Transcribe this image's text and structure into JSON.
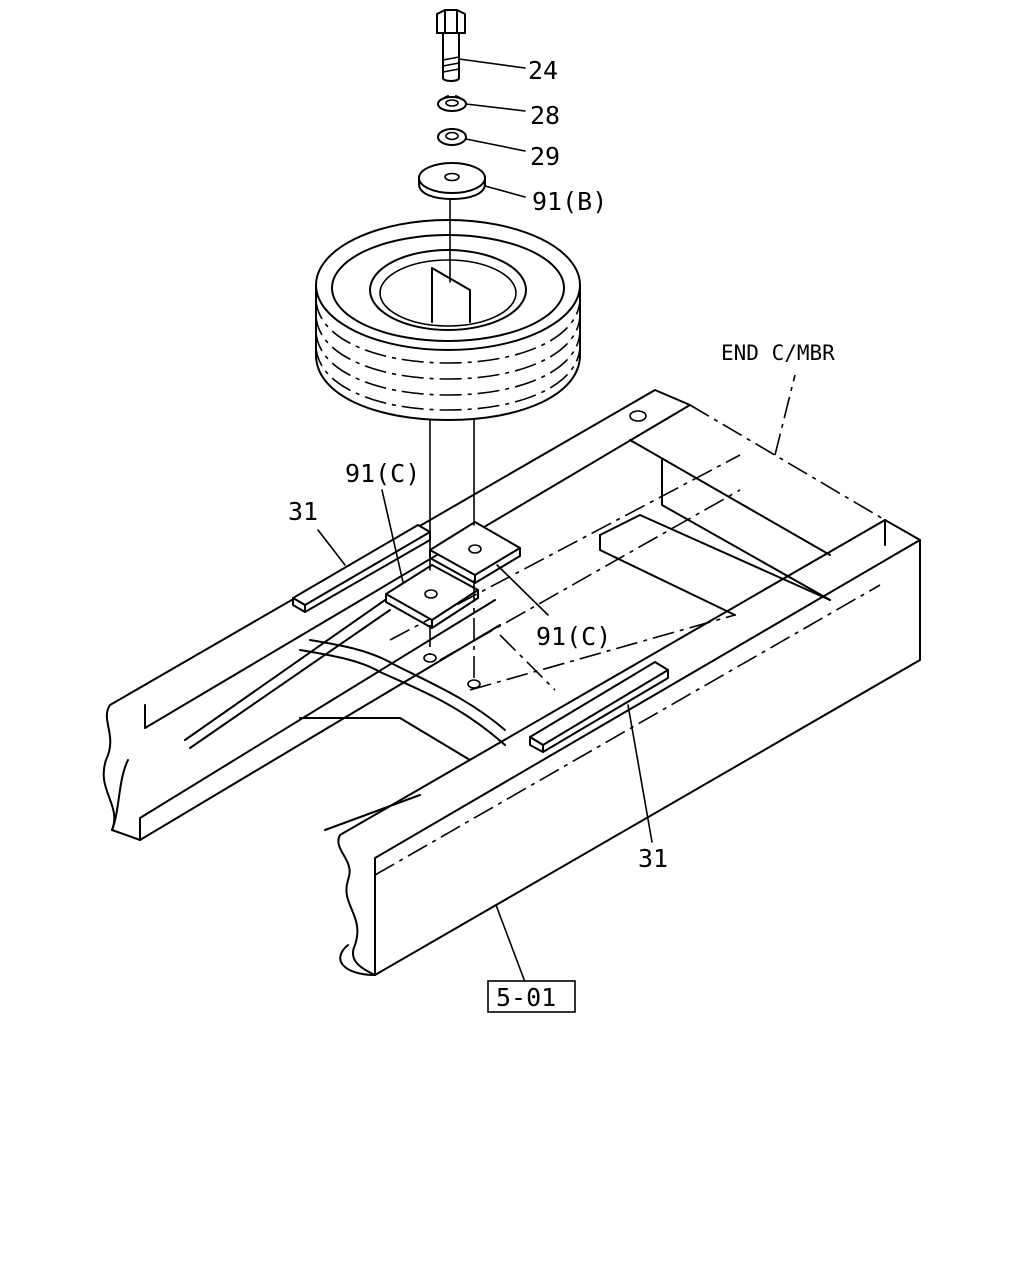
{
  "callouts": {
    "bolt": "24",
    "spring_washer": "28",
    "plain_washer": "29",
    "retainer_plate": "91(B)",
    "end_cross_member": "END C/MBR",
    "mount_plate_left": "91(C)",
    "mount_plate_right": "91(C)",
    "spacer_left": "31",
    "spacer_right": "31",
    "reference": "5-01"
  }
}
